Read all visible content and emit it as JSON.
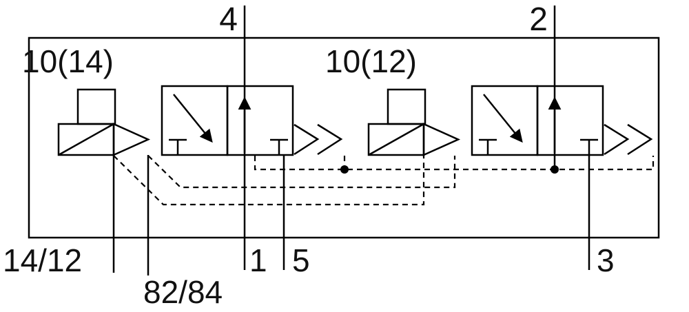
{
  "diagram": {
    "kind": "pneumatic-valve-schematic",
    "colors": {
      "line": "#000000",
      "background": "#ffffff"
    },
    "ports": {
      "top_left": "4",
      "top_right": "2",
      "bottom_one": "1",
      "bottom_five": "5",
      "bottom_three": "3"
    },
    "pilot_labels": {
      "left": "10(14)",
      "right": "10(12)"
    },
    "control_labels": {
      "left": "14/12",
      "mid": "82/84"
    }
  }
}
